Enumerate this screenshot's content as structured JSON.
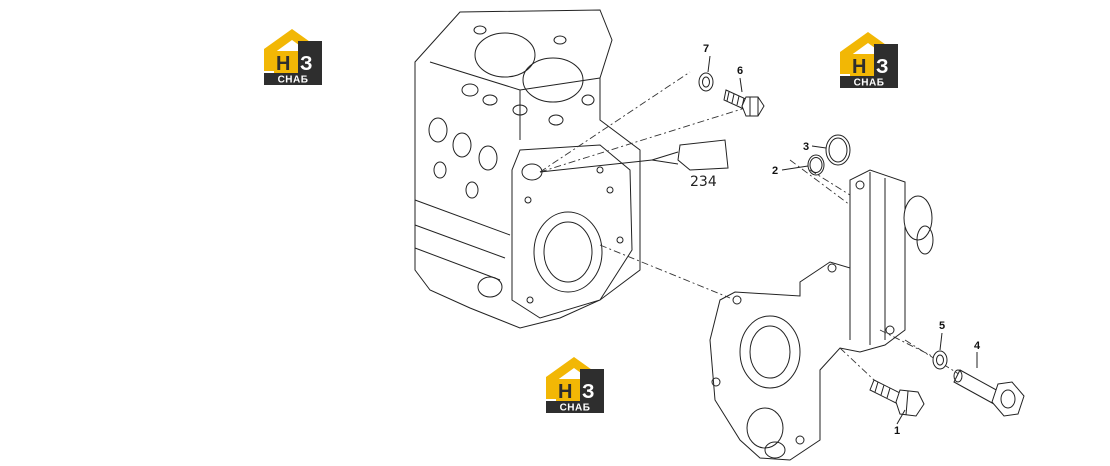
{
  "diagram": {
    "reference_label": "234",
    "callouts": [
      {
        "id": "1",
        "label": "1"
      },
      {
        "id": "2",
        "label": "2"
      },
      {
        "id": "3",
        "label": "3"
      },
      {
        "id": "4",
        "label": "4"
      },
      {
        "id": "5",
        "label": "5"
      },
      {
        "id": "6",
        "label": "6"
      },
      {
        "id": "7",
        "label": "7"
      }
    ]
  },
  "watermarks": [
    {
      "top": "Н",
      "mid": "З",
      "bottom": "СНАБ"
    },
    {
      "top": "Н",
      "mid": "З",
      "bottom": "СНАБ"
    },
    {
      "top": "Н",
      "mid": "З",
      "bottom": "СНАБ"
    }
  ],
  "colors": {
    "logo_yellow": "#f2b705",
    "logo_dark": "#2e2e2e",
    "line": "#222222"
  }
}
